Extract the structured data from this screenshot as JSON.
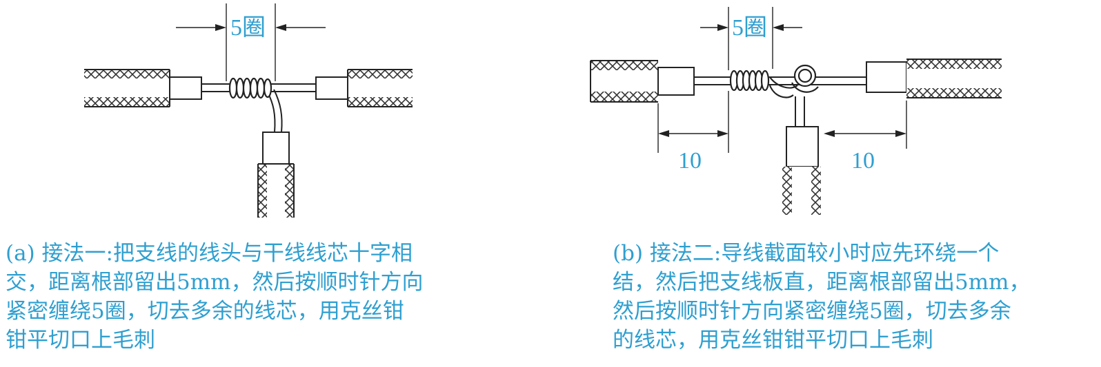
{
  "diagram_a": {
    "turns_label": "5圈"
  },
  "diagram_b": {
    "turns_label": "5圈",
    "left_dim_label": "10",
    "right_dim_label": "10"
  },
  "caption_a": {
    "lines": [
      "(a) 接法一:把支线的线头与干线线芯十字相",
      "交，距离根部留出5mm，然后按顺时针方向",
      "紧密缠绕5圈，切去多余的线芯，用克丝钳",
      "钳平切口上毛刺"
    ]
  },
  "caption_b": {
    "lines": [
      "(b) 接法二:导线截面较小时应先环绕一个",
      "结，然后把支线板直，距离根部留出5mm，",
      "然后按顺时针方向紧密缠绕5圈，切去多余",
      "的线芯，用克丝钳钳平切口上毛刺"
    ]
  },
  "colors": {
    "caption_text": "#2f9fd0",
    "label_text": "#2f9fd0",
    "line_art": "#222222"
  }
}
